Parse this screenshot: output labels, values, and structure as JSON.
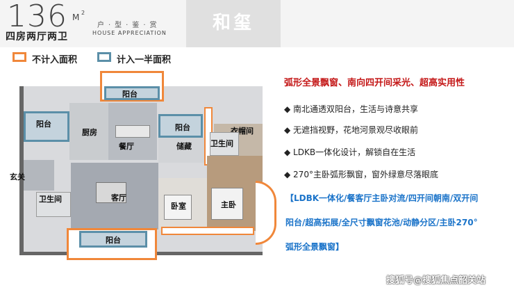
{
  "header": {
    "size_number": "136",
    "size_unit": "M",
    "size_sup": "2",
    "layout_title": "四房两厅两卫",
    "appreciation_zh": "户·型·鉴·赏",
    "appreciation_en": "HOUSE APPRECIATION",
    "brand": "和玺"
  },
  "legend": {
    "not_counted": "不计入面积",
    "half_counted": "计入一半面积",
    "not_counted_color": "#f0873a",
    "half_counted_color": "#5b8fa8"
  },
  "rooms": {
    "balcony_top": "阳台",
    "balcony_left": "阳台",
    "kitchen": "厨房",
    "dining": "餐厅",
    "balcony_mid": "阳台",
    "storage": "储藏",
    "cloakroom": "衣帽间",
    "bath_right": "卫生间",
    "entrance": "玄关",
    "bath_left": "卫生间",
    "living": "客厅",
    "bedroom": "卧室",
    "master": "主卧",
    "balcony_bottom": "阳台"
  },
  "features": {
    "headline": "弧形全景飘窗、南向四开间采光、超高实用性",
    "bullets": [
      "◆ 南北通透双阳台，生活与诗意共享",
      "◆ 无遮挡视野，花地河景观尽收眼前",
      "◆ LDKB一体化设计，解锁自在生活",
      "◆ 270°主卧弧形飘窗，窗外绿意尽落眼底"
    ],
    "highlight_lines": [
      "【LDBK一体化/餐客厅主卧对流/四开间朝南/双开间",
      "阳台/超高拓展/全尺寸飘窗花池/动静分区/主卧270°",
      "弧形全景飘窗】"
    ]
  },
  "watermark": "搜狐号@搜狐焦点韶关站"
}
